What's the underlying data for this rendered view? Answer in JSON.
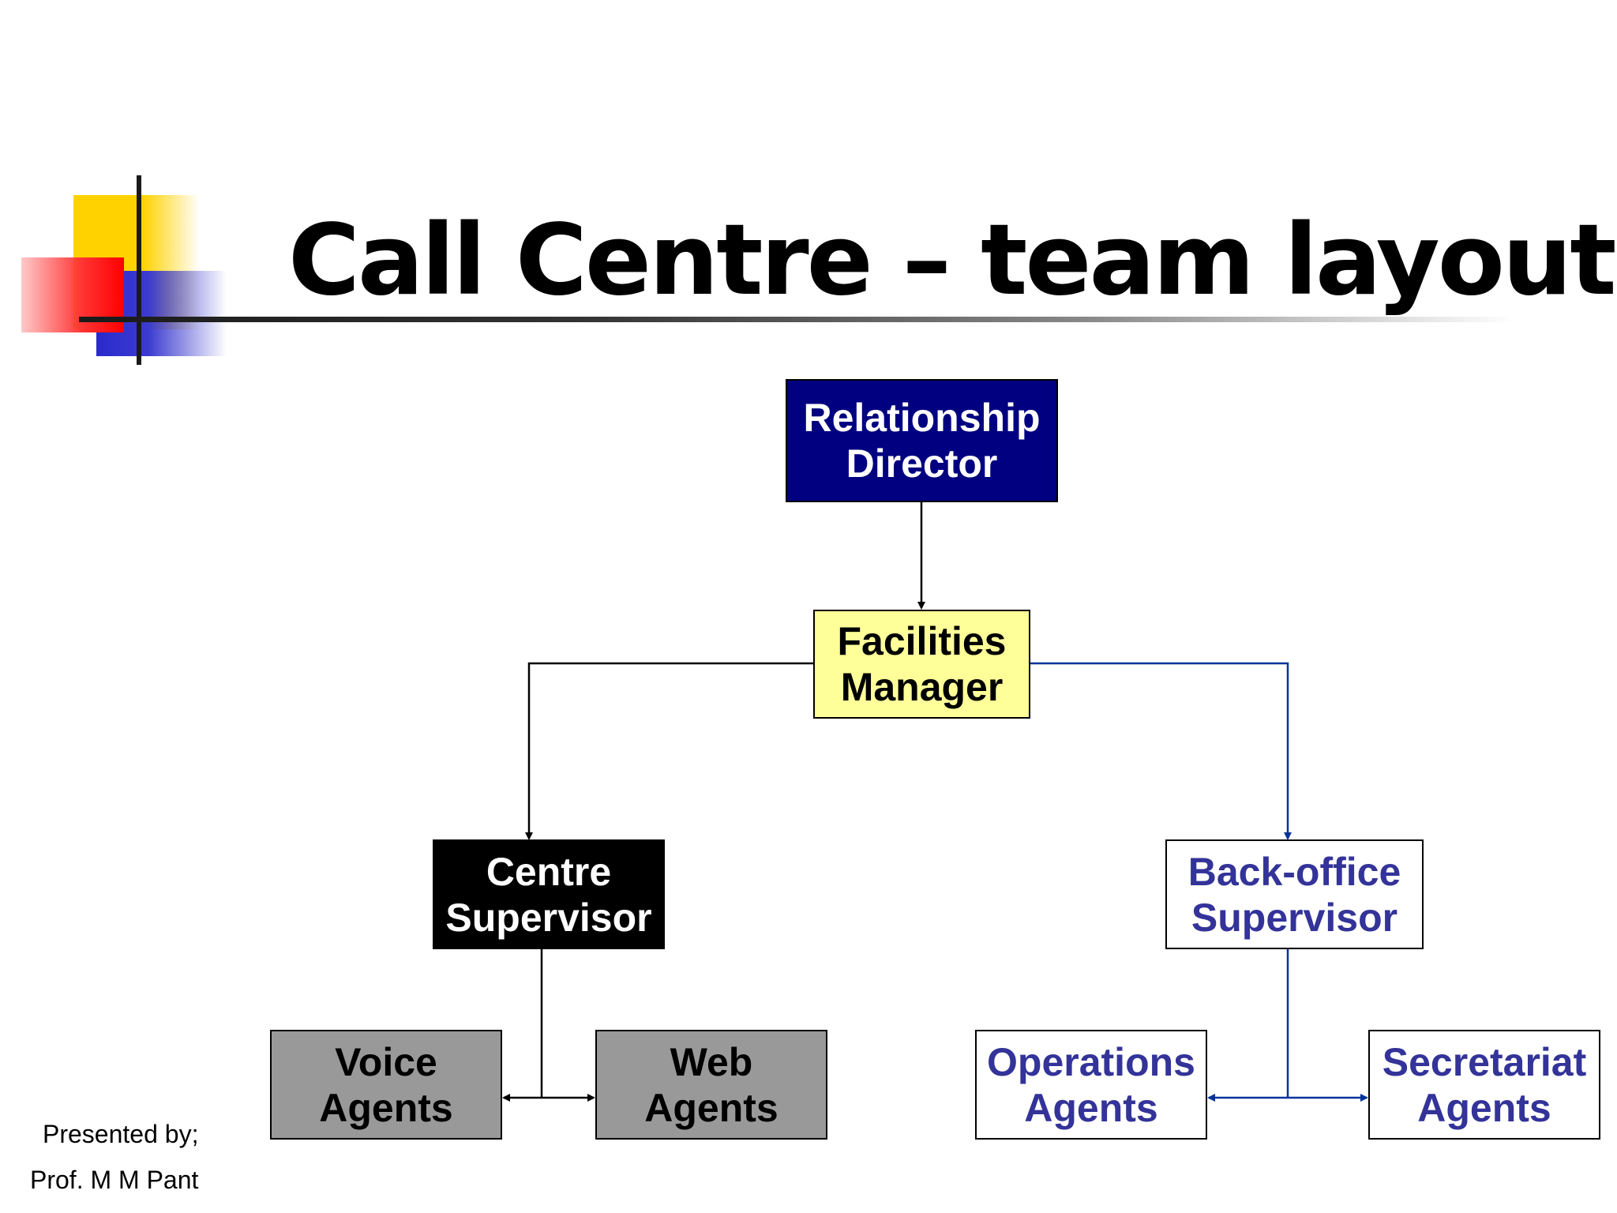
{
  "slide": {
    "title": "Call Centre – team layout"
  },
  "org_chart": {
    "relationship_director": "Relationship\nDirector",
    "facilities_manager": "Facilities\nManager",
    "centre_supervisor": "Centre\nSupervisor",
    "backoffice_supervisor": "Back-office\nSupervisor",
    "voice_agents": "Voice\nAgents",
    "web_agents": "Web\nAgents",
    "operations_agents": "Operations\nAgents",
    "secretariat_agents": "Secretariat\nAgents"
  },
  "colors": {
    "director_fill": "#000080",
    "manager_fill": "#ffff99",
    "supervisor_fill": "#000000",
    "agent_fill": "#999999",
    "backoffice_text": "#333399",
    "backoffice_line": "#003399"
  },
  "footer": {
    "presented_by": "Presented by;",
    "presenter": "Prof. M M Pant"
  }
}
